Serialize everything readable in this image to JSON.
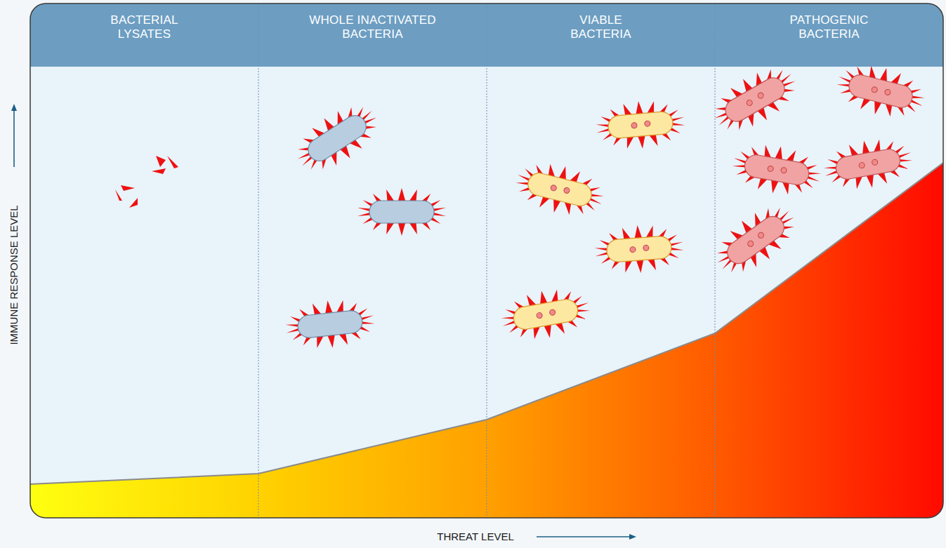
{
  "diagram": {
    "nodes": [
      {
        "text": [
          "BACTERIAL LYSATES"
        ]
      },
      {
        "text": [
          "WHOLE INACTIVATED BACTERIA"
        ]
      },
      {
        "text": [
          "VIABLE BACTERIA"
        ]
      },
      {
        "text": [
          "PATHOGENIC BACTERIA"
        ]
      }
    ],
    "labels": [
      "IMMUNE RESPONSE LEVEL",
      "THREAT LEVEL"
    ]
  }
}
